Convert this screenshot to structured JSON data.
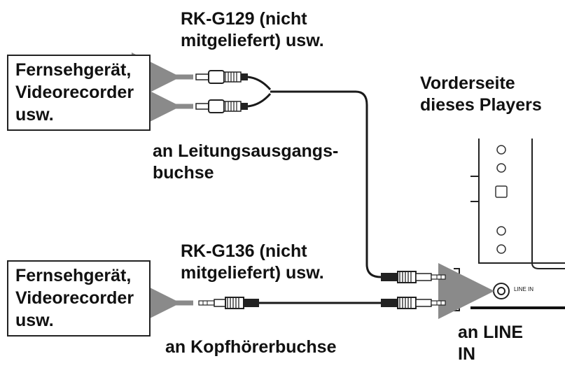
{
  "labels": {
    "cable_top": "RK-G129 (nicht\nmitgeliefert) usw.",
    "device_top": "Fernsehgerät,\nVideorecorder\nusw.",
    "front_side": "Vorderseite\ndieses Players",
    "line_out": "an Leitungsausgangs-\nbuchse",
    "cable_bottom": "RK-G136 (nicht\nmitgeliefert) usw.",
    "device_bottom": "Fernsehgerät,\nVideorecorder\nusw.",
    "headphone": "an Kopfhörerbuchse",
    "line_in": "an LINE\nIN",
    "jack_label": "LINE IN"
  },
  "colors": {
    "ink": "#111111",
    "arrow": "#8a8a8a",
    "cable": "#1a1a1a"
  }
}
